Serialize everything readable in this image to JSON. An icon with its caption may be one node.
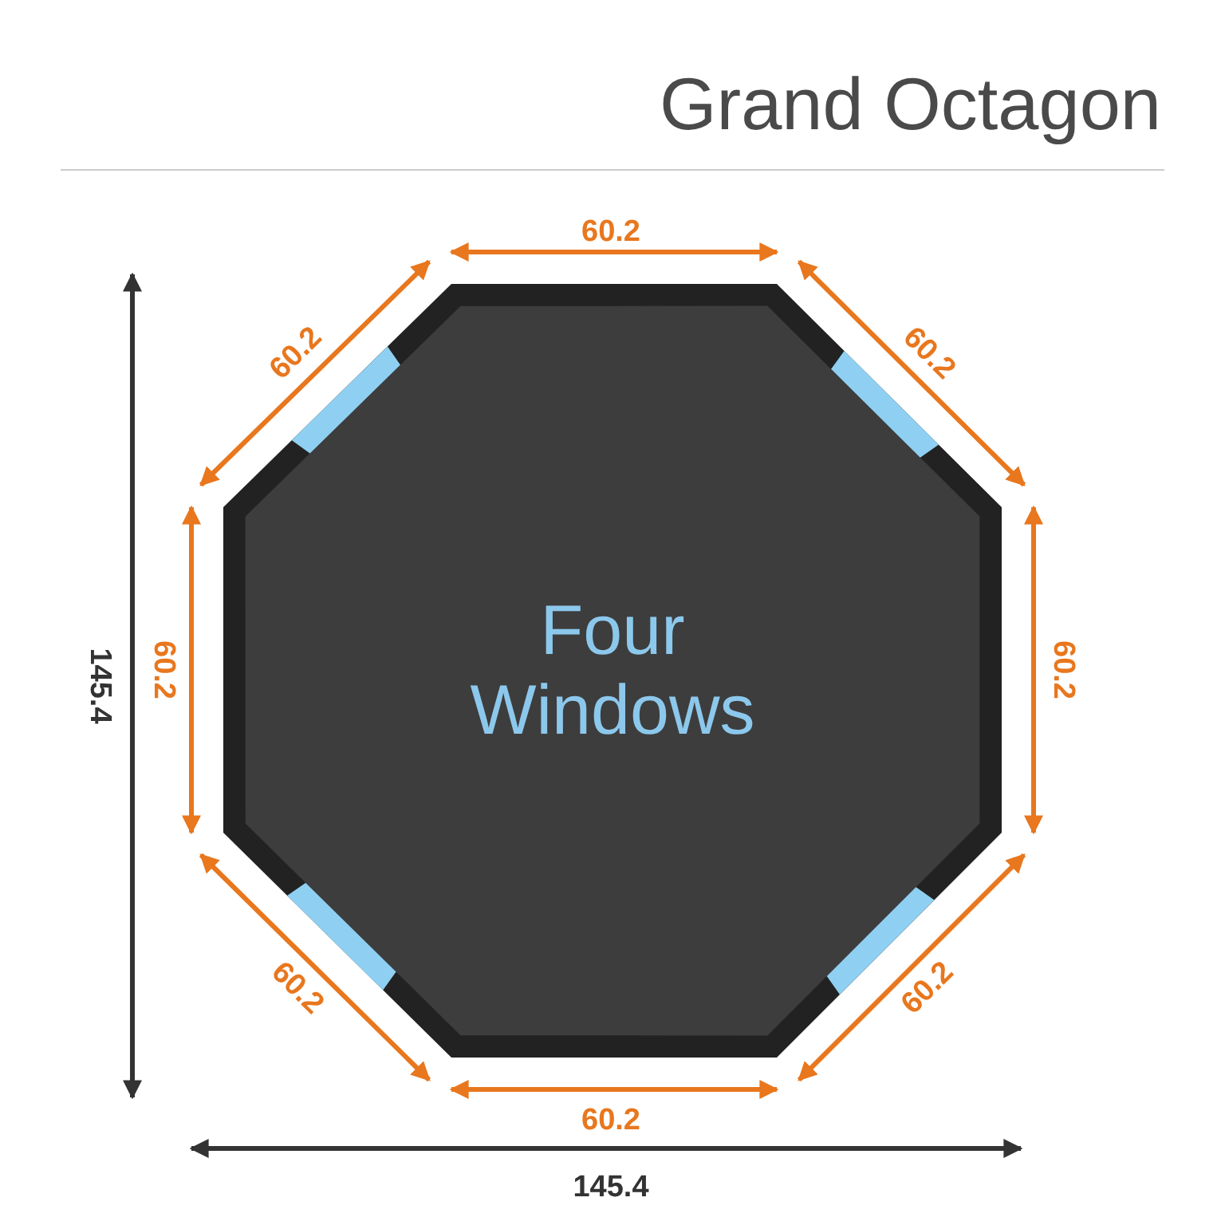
{
  "diagram": {
    "title": "Grand Octagon",
    "nodes": [
      {
        "text": [
          "Four Windows"
        ]
      }
    ],
    "labels": [
      "60.2",
      "60.2",
      "60.2",
      "145.4",
      "60.2",
      "60.2",
      "60.2",
      "60.2",
      "60.2",
      "145.4"
    ]
  }
}
